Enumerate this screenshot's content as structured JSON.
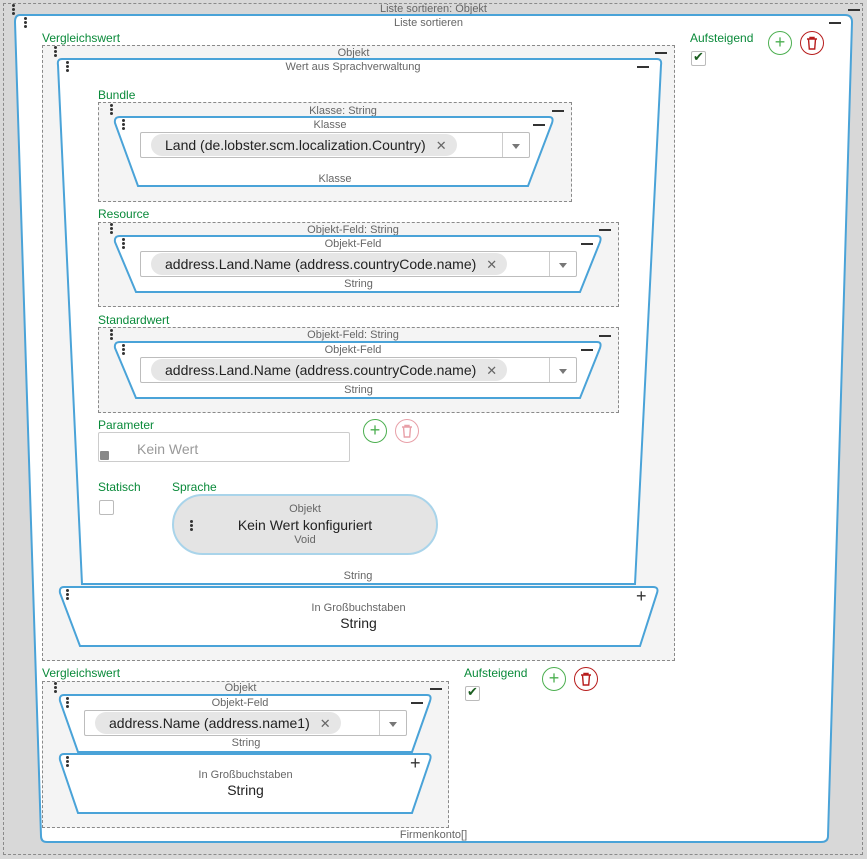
{
  "outer": {
    "title": "Liste sortieren: Objekt",
    "subtitle": "Liste sortieren",
    "footer": "Firmenkonto[]"
  },
  "sort1": {
    "label": "Vergleichswert",
    "ascending_label": "Aufsteigend",
    "ascending_checked": true,
    "object_title": "Objekt",
    "translation_title": "Wert aus Sprachverwaltung",
    "bundle": {
      "label": "Bundle",
      "wrapper_title": "Klasse: String",
      "inner_title": "Klasse",
      "chip": "Land (de.lobster.scm.localization.Country)",
      "footer": "Klasse"
    },
    "resource": {
      "label": "Resource",
      "wrapper_title": "Objekt-Feld: String",
      "inner_title": "Objekt-Feld",
      "chip": "address.Land.Name (address.countryCode.name)",
      "footer": "String"
    },
    "default": {
      "label": "Standardwert",
      "wrapper_title": "Objekt-Feld: String",
      "inner_title": "Objekt-Feld",
      "chip": "address.Land.Name (address.countryCode.name)",
      "footer": "String"
    },
    "parameter": {
      "label": "Parameter",
      "placeholder": "Kein Wert"
    },
    "static_label": "Statisch",
    "language": {
      "label": "Sprache",
      "title": "Objekt",
      "value": "Kein Wert konfiguriert",
      "type": "Void"
    },
    "string_footer": "String",
    "uppercase": {
      "title": "In Großbuchstaben",
      "type": "String"
    }
  },
  "sort2": {
    "label": "Vergleichswert",
    "ascending_label": "Aufsteigend",
    "ascending_checked": true,
    "object_title": "Objekt",
    "field_title": "Objekt-Feld",
    "chip": "address.Name (address.name1)",
    "field_footer": "String",
    "uppercase": {
      "title": "In Großbuchstaben",
      "type": "String"
    }
  },
  "icons": {
    "add": "+",
    "delete": "🗑",
    "collapse": "−",
    "expand": "+",
    "remove_chip": "✕",
    "accent": "#4aa3d8",
    "label_green": "#0a8a3a"
  }
}
